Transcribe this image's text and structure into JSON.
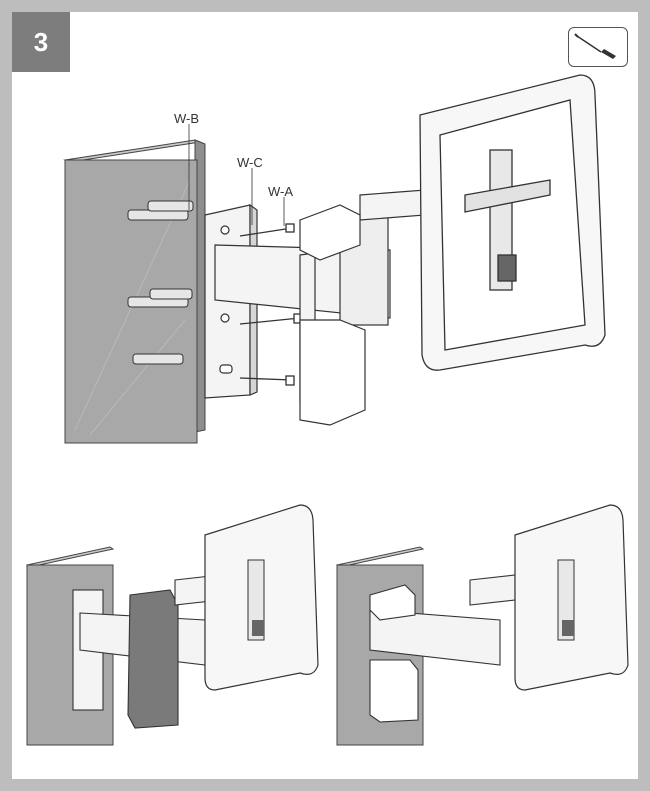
{
  "step": {
    "number": "3"
  },
  "tool_icon": "screwdriver-icon",
  "labels": {
    "wb": "W-B",
    "wc": "W-C",
    "wa": "W-A"
  },
  "colors": {
    "frame": "#bdbdbd",
    "badge": "#7d7d7d",
    "wall": "#a8a8a8",
    "cover_dark": "#7a7a7a",
    "line": "#333333"
  }
}
